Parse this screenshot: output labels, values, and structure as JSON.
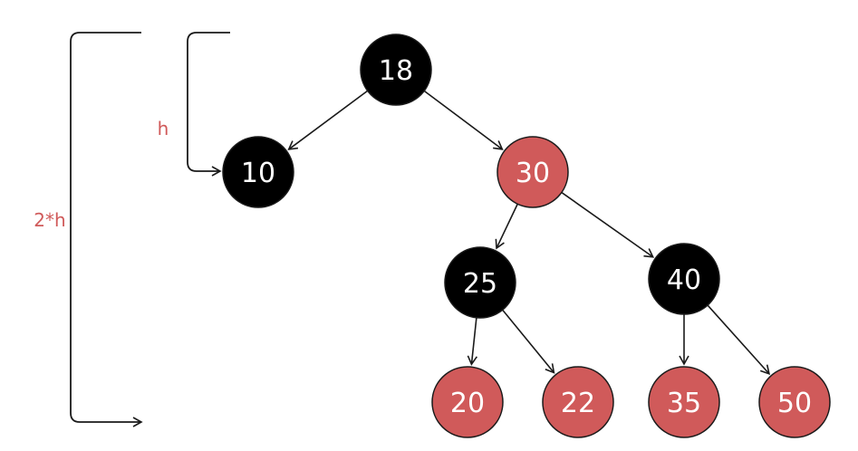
{
  "colors": {
    "black_node": "#000000",
    "red_node": "#d05a5a",
    "node_text": "#ffffff",
    "label_red": "#d05a5a",
    "edge": "#1a1a1a"
  },
  "nodes": [
    {
      "id": "n18",
      "label": "18",
      "color": "black"
    },
    {
      "id": "n10",
      "label": "10",
      "color": "black"
    },
    {
      "id": "n30",
      "label": "30",
      "color": "red"
    },
    {
      "id": "n25",
      "label": "25",
      "color": "black"
    },
    {
      "id": "n40",
      "label": "40",
      "color": "black"
    },
    {
      "id": "n20",
      "label": "20",
      "color": "red"
    },
    {
      "id": "n22",
      "label": "22",
      "color": "red"
    },
    {
      "id": "n35",
      "label": "35",
      "color": "red"
    },
    {
      "id": "n50",
      "label": "50",
      "color": "red"
    }
  ],
  "edges": [
    {
      "from": "n18",
      "to": "n10"
    },
    {
      "from": "n18",
      "to": "n30"
    },
    {
      "from": "n30",
      "to": "n25"
    },
    {
      "from": "n30",
      "to": "n40"
    },
    {
      "from": "n25",
      "to": "n20"
    },
    {
      "from": "n25",
      "to": "n22"
    },
    {
      "from": "n40",
      "to": "n35"
    },
    {
      "from": "n40",
      "to": "n50"
    }
  ],
  "brackets": {
    "small_label": "h",
    "large_label": "2*h"
  }
}
